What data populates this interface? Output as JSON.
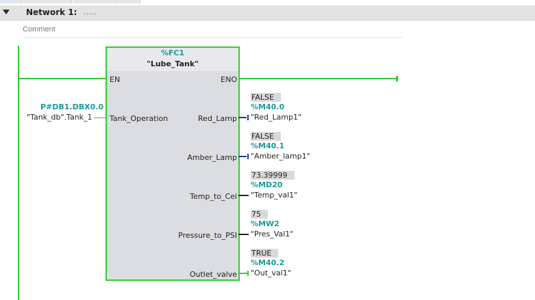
{
  "network": {
    "title": "Network 1:",
    "dots": ".....",
    "comment": "Comment"
  },
  "block": {
    "fc_number": "%FC1",
    "name": "\"Lube_Tank\"",
    "en": "EN",
    "eno": "ENO",
    "input_pin": "Tank_Operation",
    "input_addr": "P#DB1.DBX0.0",
    "input_tag": "\"Tank_db\".Tank_1"
  },
  "outputs": [
    {
      "pin": "Red_Lamp",
      "value": "FALSE",
      "addr": "%M40.0",
      "tag": "\"Red_Lamp1\""
    },
    {
      "pin": "Amber_Lamp",
      "value": "FALSE",
      "addr": "%M40.1",
      "tag": "\"Amber_lamp1\""
    },
    {
      "pin": "Temp_to_Cel",
      "value": "73.39999",
      "addr": "%MD20",
      "tag": "\"Temp_val1\""
    },
    {
      "pin": "Pressure_to_PSI",
      "value": "75",
      "addr": "%MW2",
      "tag": "\"Pres_Val1\""
    },
    {
      "pin": "Outlet_valve",
      "value": "TRUE",
      "addr": "%M40.2",
      "tag": "\"Out_val1\""
    }
  ],
  "colors": {
    "energized": "#33cc33",
    "address": "#1a9a9a",
    "false_signal": "#1a3aa0"
  }
}
